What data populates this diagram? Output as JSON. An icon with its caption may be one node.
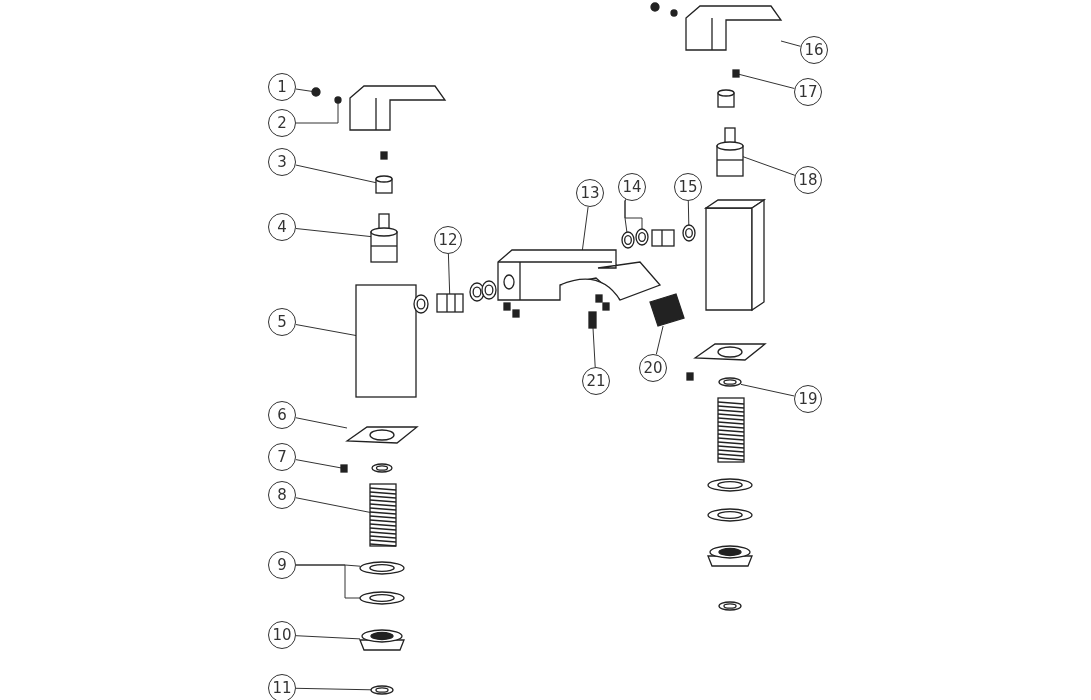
{
  "diagram": {
    "nodes": [
      {
        "text": [
          "1"
        ]
      },
      {
        "text": [
          "2"
        ]
      },
      {
        "text": [
          "3"
        ]
      },
      {
        "text": [
          "4"
        ]
      },
      {
        "text": [
          "5"
        ]
      },
      {
        "text": [
          "6"
        ]
      },
      {
        "text": [
          "7"
        ]
      },
      {
        "text": [
          "8"
        ]
      },
      {
        "text": [
          "9"
        ]
      },
      {
        "text": [
          "10"
        ]
      },
      {
        "text": [
          "11"
        ]
      },
      {
        "text": [
          "12"
        ]
      },
      {
        "text": [
          "13"
        ]
      },
      {
        "text": [
          "14"
        ]
      },
      {
        "text": [
          "15"
        ]
      },
      {
        "text": [
          "16"
        ]
      },
      {
        "text": [
          "17"
        ]
      },
      {
        "text": [
          "18"
        ]
      },
      {
        "text": [
          "19"
        ]
      },
      {
        "text": [
          "20"
        ]
      },
      {
        "text": [
          "21"
        ]
      },
      {
        "text": [],
        "shape": "circle"
      },
      {
        "text": [],
        "shape": "circle"
      },
      {
        "text": [],
        "shape": "cylinder"
      },
      {
        "text": [],
        "shape": "picture"
      },
      {
        "text": [],
        "shape": "box"
      },
      {
        "text": [],
        "shape": "picture"
      },
      {
        "text": [],
        "shape": "box"
      },
      {
        "text": [],
        "shape": "picture"
      },
      {
        "text": [],
        "shape": "picture"
      },
      {
        "text": [],
        "shape": "picture"
      },
      {
        "text": [],
        "shape": "picture"
      },
      {
        "text": [],
        "shape": "picture"
      },
      {
        "text": [],
        "shape": "picture"
      },
      {
        "text": [],
        "shape": "picture"
      },
      {
        "text": [],
        "shape": "picture"
      },
      {
        "text": [],
        "shape": "picture"
      },
      {
        "text": [],
        "shape": "picture"
      },
      {
        "text": [],
        "shape": "picture"
      },
      {
        "text": [],
        "shape": "box"
      },
      {
        "text": [],
        "shape": "picture"
      },
      {
        "text": [],
        "shape": "picture"
      },
      {
        "text": [],
        "shape": "picture"
      },
      {
        "text": [],
        "shape": "box"
      }
    ],
    "edges": [
      {
        "from": 0,
        "to": 21,
        "arrow": "none"
      },
      {
        "from": 1,
        "to": 22,
        "arrow": "none"
      },
      {
        "from": 2,
        "to": 23,
        "arrow": "none"
      },
      {
        "from": 3,
        "to": 24,
        "arrow": "none"
      },
      {
        "from": 4,
        "to": 25,
        "arrow": "none"
      },
      {
        "from": 5,
        "to": 26,
        "arrow": "none"
      },
      {
        "from": 6,
        "to": 27,
        "arrow": "none"
      },
      {
        "from": 7,
        "to": 28,
        "arrow": "none"
      },
      {
        "from": 8,
        "to": 29,
        "arrow": "none"
      },
      {
        "from": 8,
        "to": 30,
        "arrow": "none"
      },
      {
        "from": 9,
        "to": 31,
        "arrow": "none"
      },
      {
        "from": 10,
        "to": 32,
        "arrow": "none"
      },
      {
        "from": 11,
        "to": 33,
        "arrow": "none"
      },
      {
        "from": 12,
        "to": 34,
        "arrow": "none"
      },
      {
        "from": 13,
        "to": 35,
        "arrow": "none"
      },
      {
        "from": 13,
        "to": 36,
        "arrow": "none"
      },
      {
        "from": 14,
        "to": 37,
        "arrow": "none"
      },
      {
        "from": 15,
        "to": 38,
        "arrow": "none"
      },
      {
        "from": 16,
        "to": 39,
        "arrow": "none"
      },
      {
        "from": 17,
        "to": 40,
        "arrow": "none"
      },
      {
        "from": 18,
        "to": 41,
        "arrow": "none"
      },
      {
        "from": 19,
        "to": 42,
        "arrow": "none"
      },
      {
        "from": 20,
        "to": 43,
        "arrow": "none"
      }
    ]
  }
}
